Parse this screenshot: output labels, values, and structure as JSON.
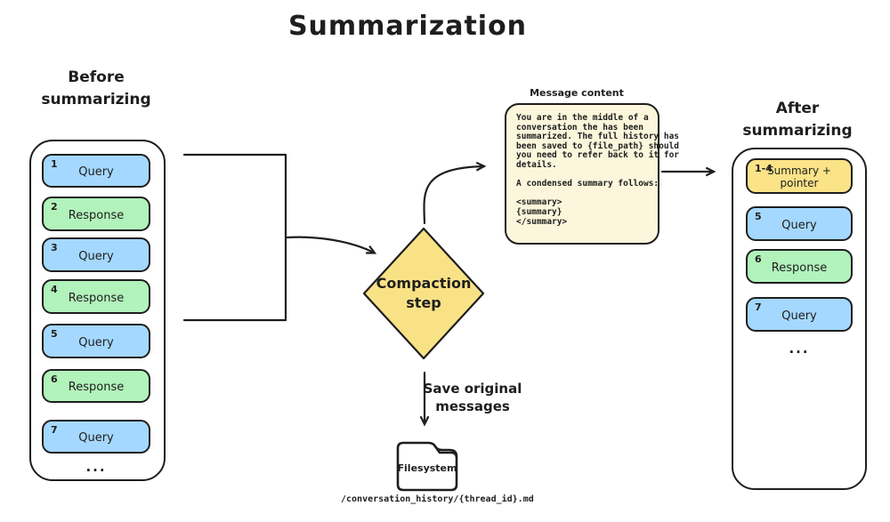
{
  "title": "Summarization",
  "palette": {
    "stroke": "#1e1e1e",
    "blue": "#a5d8ff",
    "green": "#b2f2bb",
    "yellow": "#fbe388",
    "diamond": "#f9e286",
    "note_bg": "#fcf6dc"
  },
  "before": {
    "heading": "Before\nsummarizing",
    "ellipsis": "...",
    "items": [
      {
        "num": "1",
        "label": "Query",
        "type": "query"
      },
      {
        "num": "2",
        "label": "Response",
        "type": "response"
      },
      {
        "num": "3",
        "label": "Query",
        "type": "query"
      },
      {
        "num": "4",
        "label": "Response",
        "type": "response"
      },
      {
        "num": "5",
        "label": "Query",
        "type": "query"
      },
      {
        "num": "6",
        "label": "Response",
        "type": "response"
      },
      {
        "num": "7",
        "label": "Query",
        "type": "query"
      }
    ]
  },
  "compaction": {
    "label": "Compaction\nstep"
  },
  "note": {
    "title": "Message content",
    "body": "You are in the middle of a\nconversation the has been\nsummarized. The full history has\nbeen saved to {file_path} should\nyou need to refer back to it for\ndetails.\n\nA condensed summary follows:\n\n<summary>\n{summary}\n</summary>"
  },
  "flow": {
    "save_label": "Save original\nmessages"
  },
  "filesystem": {
    "label": "Filesystem",
    "path": "/conversation_history/{thread_id}.md"
  },
  "after": {
    "heading": "After\nsummarizing",
    "ellipsis": "...",
    "items": [
      {
        "num": "1-4",
        "label": "Summary +\npointer",
        "type": "summary"
      },
      {
        "num": "5",
        "label": "Query",
        "type": "query"
      },
      {
        "num": "6",
        "label": "Response",
        "type": "response"
      },
      {
        "num": "7",
        "label": "Query",
        "type": "query"
      }
    ]
  }
}
